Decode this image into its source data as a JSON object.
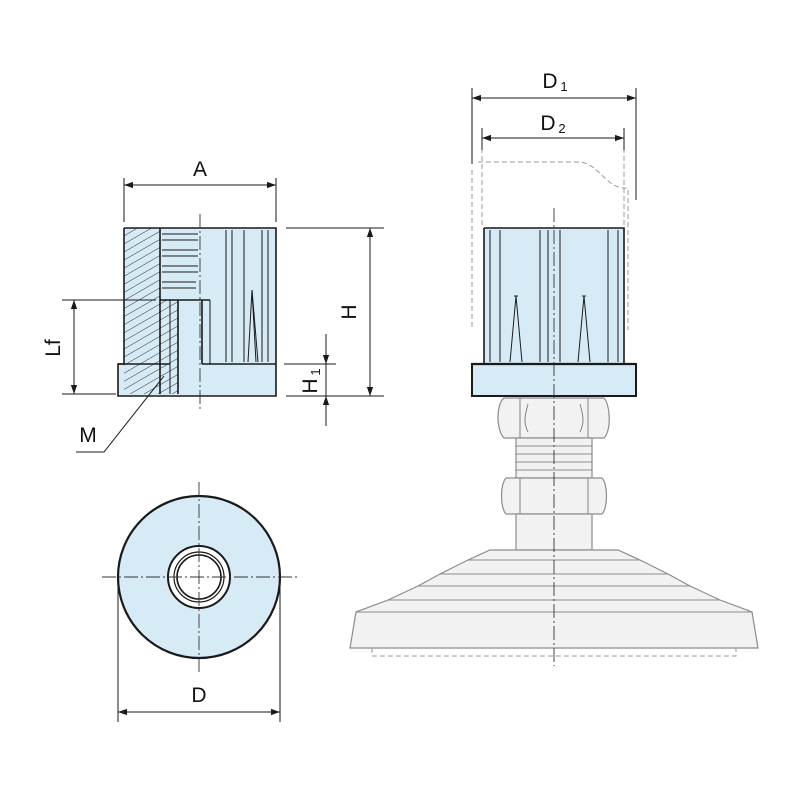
{
  "labels": {
    "A": "A",
    "H": "H",
    "Lf": "Lf",
    "H1_main": "H",
    "H1_sub": "1",
    "M": "M",
    "D": "D",
    "D1_main": "D",
    "D1_sub": "1",
    "D2_main": "D",
    "D2_sub": "2"
  },
  "colors": {
    "part_fill": "#d7ebf7",
    "outline": "#1a1a1a",
    "ghost_fill": "#f2f2f2",
    "ghost_stroke": "#8c8c8c"
  }
}
